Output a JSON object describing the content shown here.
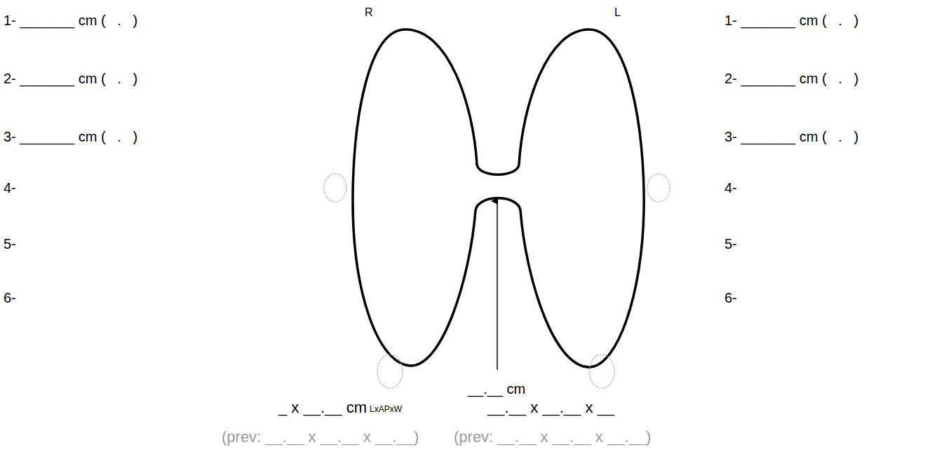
{
  "diagram": {
    "labels": [
      "R",
      "L",
      "1- _______ cm (   .   )",
      "2- _______ cm (   .   )",
      "3- _______ cm (   .   )",
      "4-",
      "5-",
      "6-",
      "1- _______ cm (   .   )",
      "2- _______ cm (   .   )",
      "3- _______ cm (   .   )",
      "4-",
      "5-",
      "6-",
      "__.__ cm",
      "_ x __.__ cm",
      "LxAPxW",
      "__.__ x __.__ x __",
      "(prev: __.__ x __.__ x __.__)",
      "(prev: __.__ x __.__ x __.__)"
    ]
  }
}
